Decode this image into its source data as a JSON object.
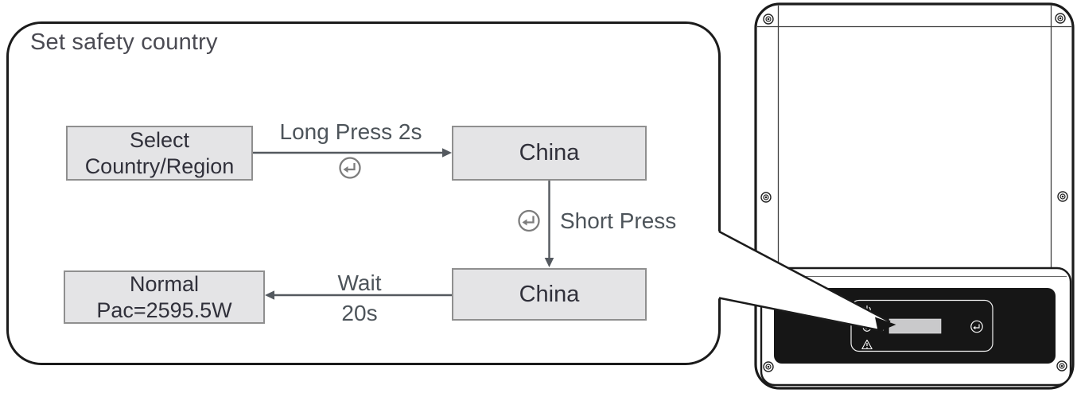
{
  "panel": {
    "title": "Set safety country",
    "nodes": {
      "select": {
        "line1": "Select",
        "line2": "Country/Region"
      },
      "china_top": {
        "label": "China"
      },
      "china_bottom": {
        "label": "China"
      },
      "normal": {
        "line1": "Normal",
        "line2": "Pac=2595.5W"
      }
    },
    "edges": {
      "long_press": {
        "label": "Long Press 2s",
        "icon": "enter-key-icon"
      },
      "short_press": {
        "label": "Short Press",
        "icon": "enter-key-icon"
      },
      "wait": {
        "line1": "Wait",
        "line2": "20s"
      }
    }
  },
  "device": {
    "kind": "inverter-front-view",
    "lcd_value": "",
    "indicator_icons": [
      "power-icon",
      "run-icon",
      "alarm-icon"
    ],
    "button_icons": [
      "enter-button-icon"
    ],
    "screw_count": 6
  },
  "colors": {
    "box_fill": "#e4e4e6",
    "box_border": "#8f8f8f",
    "box_text": "#30303a",
    "label_text": "#4d545a",
    "arrow": "#54595f",
    "enter_gray": "#7d7d7d",
    "panel_border": "#1b1b1b",
    "device_panel": "#161616",
    "lcd": "#c9c9cb",
    "title_text": "#4a4a52"
  }
}
